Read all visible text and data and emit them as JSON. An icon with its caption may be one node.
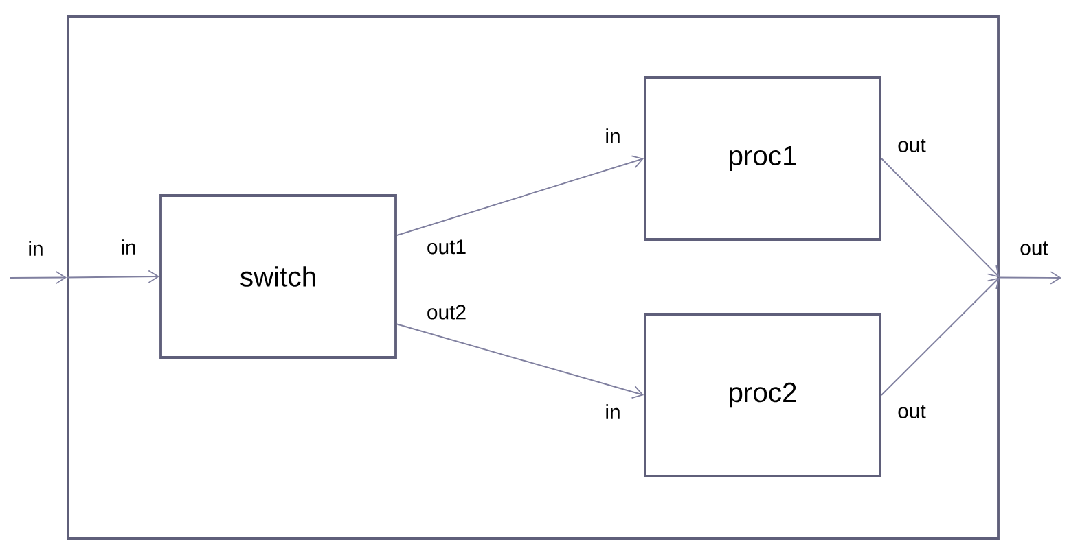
{
  "diagram": {
    "nodes": [
      {
        "text": [],
        "shape": "box",
        "beside": [
          "in",
          "out"
        ]
      },
      {
        "text": [
          "switch"
        ],
        "in": 0,
        "beside": [
          "in",
          "out1",
          "out2"
        ]
      },
      {
        "text": [
          "proc1"
        ],
        "in": 0,
        "beside": [
          "in",
          "out"
        ]
      },
      {
        "text": [
          "proc2"
        ],
        "in": 0,
        "beside": [
          "in",
          "out"
        ]
      }
    ],
    "edges": [
      {
        "from": null,
        "to": 0,
        "arrow": "to"
      },
      {
        "from": 0,
        "to": 1,
        "arrow": "to"
      },
      {
        "from": 1,
        "to": 2,
        "arrow": "to"
      },
      {
        "from": 1,
        "to": 3,
        "arrow": "to"
      },
      {
        "from": 2,
        "to": 0,
        "arrow": "to"
      },
      {
        "from": 3,
        "to": 0,
        "arrow": "to"
      },
      {
        "from": 0,
        "to": null,
        "arrow": "to"
      }
    ]
  }
}
